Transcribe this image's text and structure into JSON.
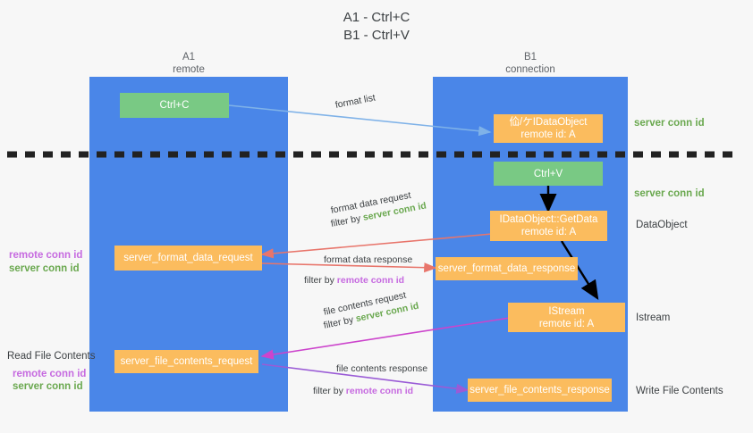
{
  "title": "A1 - Ctrl+C\nB1 - Ctrl+V",
  "lanes": [
    {
      "name": "A1",
      "role": "remote"
    },
    {
      "name": "B1",
      "role": "connection"
    }
  ],
  "nodes": {
    "ctrl_c": {
      "label": "Ctrl+C"
    },
    "idataobject_new": {
      "label": "佡/ケIDataObject",
      "sub": "remote id: A"
    },
    "ctrl_v": {
      "label": "Ctrl+V"
    },
    "getdata": {
      "label": "IDataObject::GetData",
      "sub": "remote id: A"
    },
    "istream": {
      "label": "IStream",
      "sub": "remote id: A"
    },
    "server_format_data_request": {
      "label": "server_format_data_request"
    },
    "server_format_data_response": {
      "label": "server_format_data_response"
    },
    "server_file_contents_request": {
      "label": "server_file_contents_request"
    },
    "server_file_contents_response": {
      "label": "server_file_contents_response"
    }
  },
  "edges": {
    "format_list": {
      "label": "format list"
    },
    "format_data_request": {
      "label": "format data request",
      "filter_prefix": "filter by ",
      "filter_value": "server conn id"
    },
    "format_data_response": {
      "label": "format data response",
      "filter_prefix": "filter by ",
      "filter_value": "remote conn id"
    },
    "file_contents_request": {
      "label": "file contents request",
      "filter_prefix": "filter by ",
      "filter_value": "server conn id"
    },
    "file_contents_response": {
      "label": "file contents response",
      "filter_prefix": "filter by ",
      "filter_value": "remote conn id"
    }
  },
  "right_labels": {
    "server_conn_id_top": "server conn id",
    "server_conn_id_mid": "server conn id",
    "dataobject": "DataObject",
    "istream": "Istream",
    "write_file_contents": "Write File Contents"
  },
  "left_labels": {
    "remote_conn_id_1": "remote conn id",
    "server_conn_id_1": "server conn id",
    "read_file_contents": "Read File Contents",
    "remote_conn_id_2": "remote conn id",
    "server_conn_id_2": "server conn id"
  },
  "colors": {
    "lane": "#4a86e8",
    "green_node": "#79c984",
    "orange_node": "#fbbc5e",
    "green_text": "#6aa84f",
    "purple_text": "#c66ae0",
    "arrow_blue": "#7fb2e8",
    "arrow_red": "#e8756b",
    "arrow_magenta": "#cc44cc",
    "arrow_purple": "#9a5bd6",
    "arrow_black": "#000000",
    "divider": "#222222",
    "background": "#f7f7f7"
  }
}
